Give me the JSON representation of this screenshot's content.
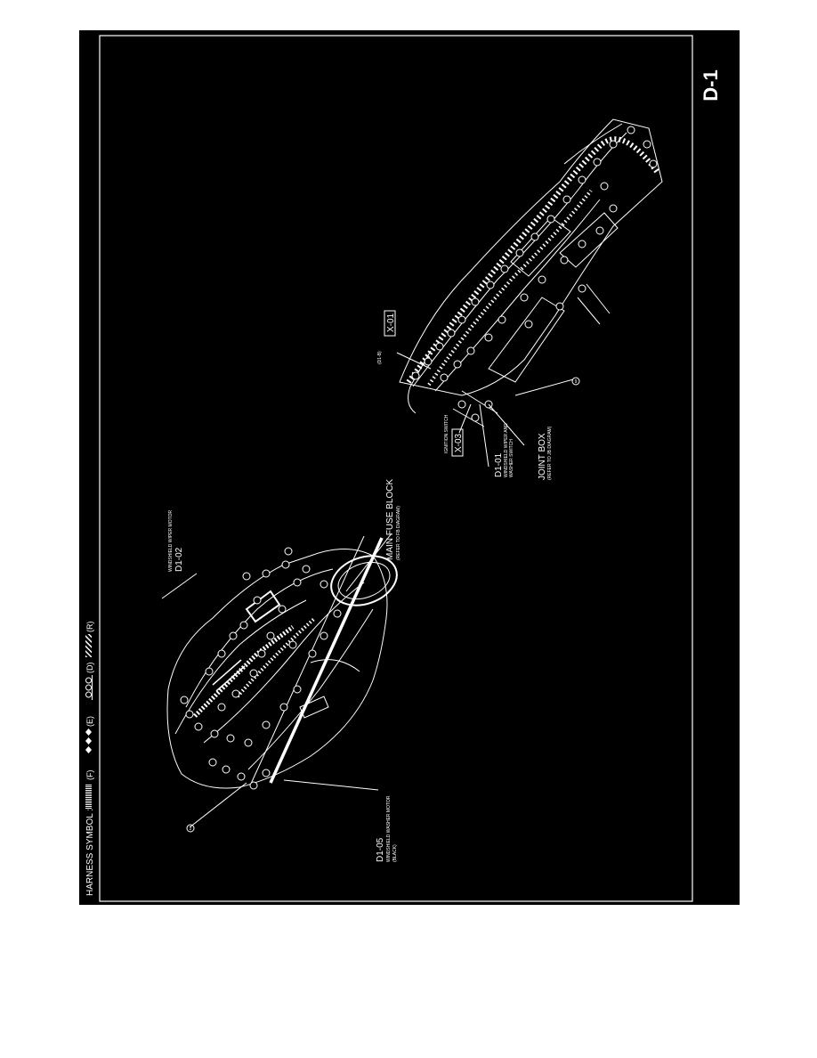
{
  "page": {
    "id": "D-1",
    "colors": {
      "sheet": "#000000",
      "ink": "#ffffff",
      "paper": "#ffffff"
    }
  },
  "legend": {
    "title": "HARNESS SYMBOL :",
    "items": [
      {
        "pattern": "fine-hatch-bar",
        "code": "(F)"
      },
      {
        "pattern": "diamond-chain",
        "code": "(E)"
      },
      {
        "pattern": "circle-chain",
        "code": "(D)"
      },
      {
        "pattern": "diagonal-hatch-bar",
        "code": "(R)"
      }
    ]
  },
  "callouts": {
    "wiper_motor": {
      "name": "WINDSHIELD WIPER MOTOR",
      "code": "D1-02"
    },
    "main_fuse": {
      "name": "MAIN FUSE BLOCK",
      "note": "(REFER TO FB DIAGRAM)"
    },
    "washer_motor": {
      "code": "D1-05",
      "name": "WINDSHIELD WASHER MOTOR",
      "note": "(BLACK)"
    },
    "ground_2": {
      "symbol": "2"
    },
    "ground_9": {
      "symbol": "9"
    },
    "x01": {
      "note": "(D1-B)",
      "code": "X-01"
    },
    "x03": {
      "name": "IGNITION SWITCH",
      "code": "X-03"
    },
    "d101": {
      "code": "D1-01",
      "name1": "WINDSHIELD WIPER AND",
      "name2": "WASHER SWITCH"
    },
    "joint_box": {
      "name": "JOINT BOX",
      "note": "(REFER TO JB DIAGRAM)"
    }
  }
}
